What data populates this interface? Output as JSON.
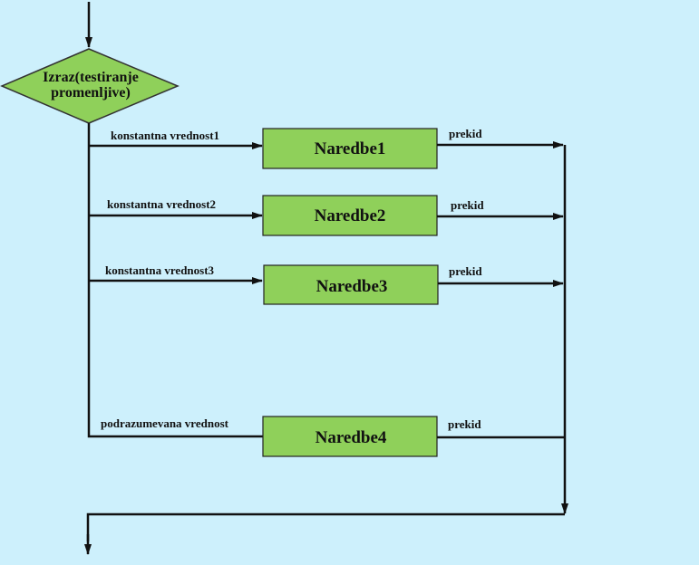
{
  "colors": {
    "background": "#cdf0fc",
    "node_fill": "#8fd05a",
    "line": "#111111"
  },
  "decision": {
    "line1": "Izraz(testiranje",
    "line2": "promenljive)"
  },
  "branches": [
    {
      "case_label": "konstantna vrednost1",
      "statement": "Naredbe1",
      "break_label": "prekid"
    },
    {
      "case_label": "konstantna vrednost2",
      "statement": "Naredbe2",
      "break_label": "prekid"
    },
    {
      "case_label": "konstantna vrednost3",
      "statement": "Naredbe3",
      "break_label": "prekid"
    },
    {
      "case_label": "podrazumevana vrednost",
      "statement": "Naredbe4",
      "break_label": "prekid"
    }
  ]
}
